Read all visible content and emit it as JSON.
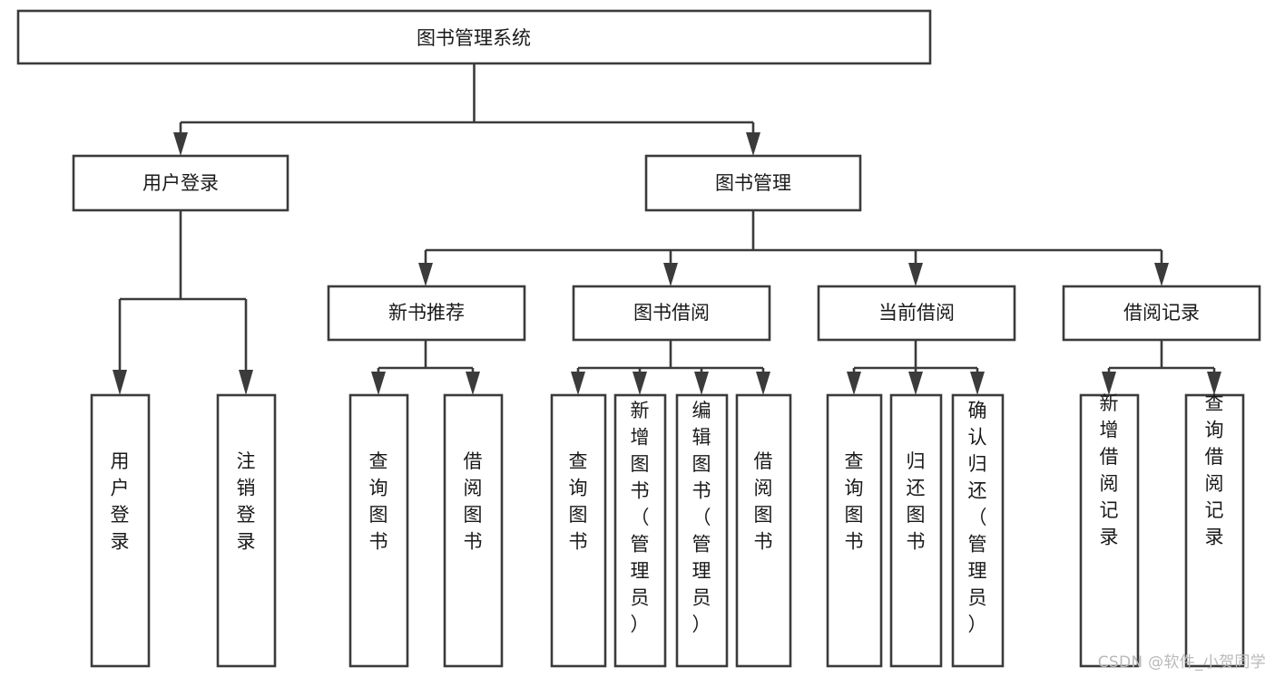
{
  "diagram": {
    "title": "图书管理系统",
    "type": "tree",
    "watermark": "CSDN @软件_小贺同学",
    "colors": {
      "stroke": "#3b3b3b",
      "box_fill": "#ffffff",
      "text": "#1a1a1a",
      "background": "#ffffff",
      "watermark": "#b9b9b9"
    },
    "nodes": {
      "root": {
        "label": "图书管理系统"
      },
      "level1": [
        {
          "id": "user-login",
          "label": "用户登录"
        },
        {
          "id": "book-manage",
          "label": "图书管理"
        }
      ],
      "level2": [
        {
          "id": "new-book-recommend",
          "label": "新书推荐"
        },
        {
          "id": "book-borrow",
          "label": "图书借阅"
        },
        {
          "id": "current-borrow",
          "label": "当前借阅"
        },
        {
          "id": "borrow-record",
          "label": "借阅记录"
        }
      ],
      "leaves": {
        "user-login": [
          {
            "id": "leaf-user-login",
            "label": "用户登录"
          },
          {
            "id": "leaf-logout-login",
            "label": "注销登录"
          }
        ],
        "new-book-recommend": [
          {
            "id": "leaf-query-book-1",
            "label": "查询图书"
          },
          {
            "id": "leaf-borrow-book-1",
            "label": "借阅图书"
          }
        ],
        "book-borrow": [
          {
            "id": "leaf-query-book-2",
            "label": "查询图书"
          },
          {
            "id": "leaf-add-book",
            "label": "新增图书（管理员）"
          },
          {
            "id": "leaf-edit-book",
            "label": "编辑图书（管理员）"
          },
          {
            "id": "leaf-borrow-book-2",
            "label": "借阅图书"
          }
        ],
        "current-borrow": [
          {
            "id": "leaf-query-book-3",
            "label": "查询图书"
          },
          {
            "id": "leaf-return-book",
            "label": "归还图书"
          },
          {
            "id": "leaf-confirm-return",
            "label": "确认归还（管理员）"
          }
        ],
        "borrow-record": [
          {
            "id": "leaf-add-record",
            "label": "新增借阅记录"
          },
          {
            "id": "leaf-query-record",
            "label": "查询借阅记录"
          }
        ]
      }
    }
  }
}
